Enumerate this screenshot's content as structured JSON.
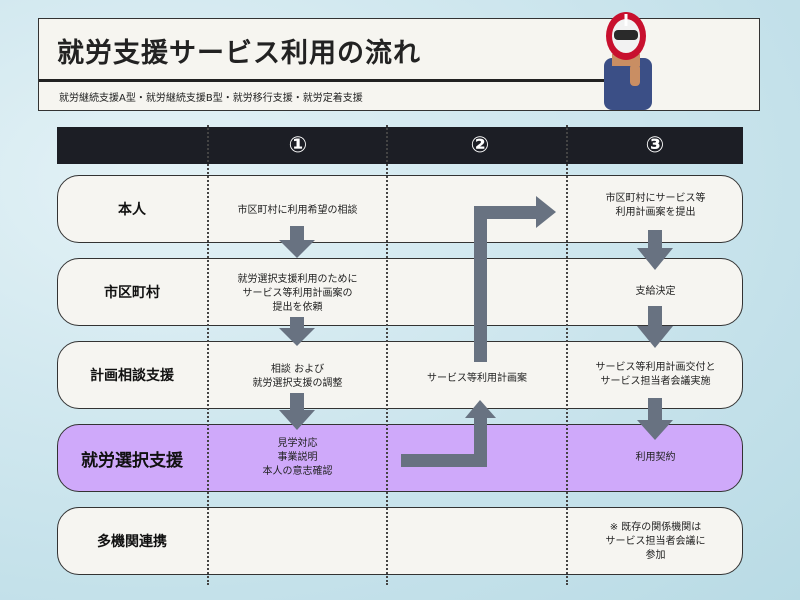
{
  "title": "就労支援サービス利用の流れ",
  "subtitle": "就労継続支援A型・就労継続支援B型・就労移行支援・就労定着支援",
  "steps": [
    "①",
    "②",
    "③"
  ],
  "rows": [
    {
      "label": "本人",
      "cells": [
        "市区町村に利用希望の相談",
        "",
        "市区町村にサービス等\n利用計画案を提出"
      ]
    },
    {
      "label": "市区町村",
      "cells": [
        "就労選択支援利用のために\nサービス等利用計画案の\n提出を依頼",
        "",
        "支給決定"
      ]
    },
    {
      "label": "計画相談支援",
      "cells": [
        "相談 および\n就労選択支援の調整",
        "サービス等利用計画案",
        "サービス等利用計画交付と\nサービス担当者会議実施"
      ]
    },
    {
      "label": "就労選択支援",
      "cells": [
        "見学対応\n事業説明\n本人の意志確認",
        "",
        "利用契約"
      ],
      "highlight": true
    },
    {
      "label": "多機関連携",
      "cells": [
        "",
        "",
        "※ 既存の関係機関は\nサービス担当者会議に\n参加"
      ]
    }
  ],
  "colors": {
    "arrow": "#687281",
    "header": "#1c1e25",
    "highlight": "#cfa9fa",
    "row": "#f6f5f1"
  }
}
